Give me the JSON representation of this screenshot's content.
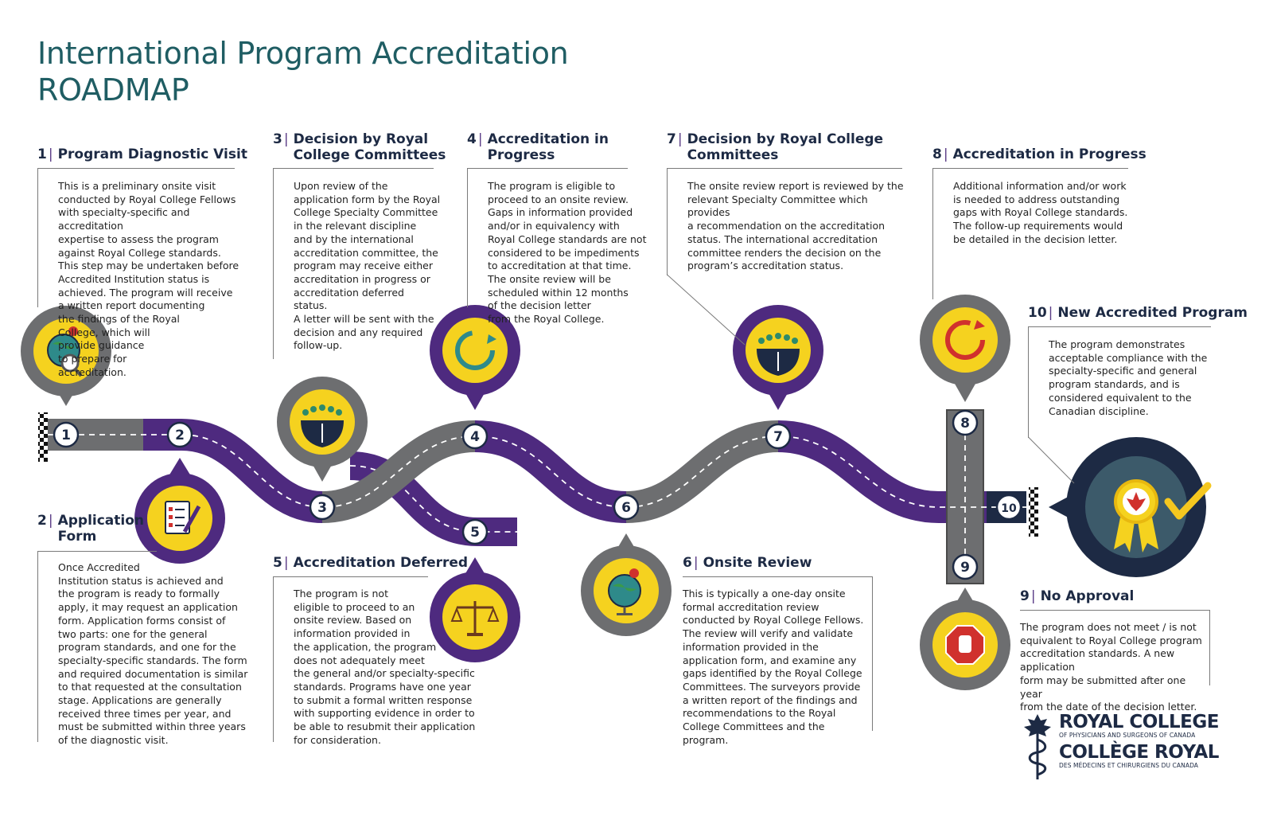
{
  "title": {
    "line1": "International Program Accreditation",
    "line2": "ROADMAP"
  },
  "steps": [
    {
      "num": "1",
      "title": "Program Diagnostic Visit",
      "text": "This is a preliminary onsite visit\nconducted by Royal College Fellows\nwith specialty-specific and accreditation\nexpertise to assess the program\nagainst Royal College standards.\nThis step may be undertaken before\nAccredited Institution status is\nachieved. The program will receive\n        a written report documenting\n            the findings of the Royal\n                College, which will\n                provide guidance\n                  to prepare for\n                  accreditation.",
      "icon": "globe-magnifier-icon"
    },
    {
      "num": "2",
      "title": "Application\nForm",
      "text": "Once Accredited\nInstitution status is achieved and\nthe program is ready to formally\napply, it may request an application\nform. Application forms consist of\ntwo parts: one for the general\nprogram standards, and one for the\nspecialty-specific standards. The form\nand required documentation is similar\nto that requested at the consultation\nstage. Applications are generally\nreceived three times per year, and\nmust be submitted within three years\nof the diagnostic visit.",
      "icon": "checklist-pen-icon"
    },
    {
      "num": "3",
      "title": "Decision by Royal\nCollege Committees",
      "text": "Upon review of the\napplication form by the Royal\nCollege Specialty Committee\nin the relevant discipline\nand by the international\naccreditation committee, the\nprogram may receive either\naccreditation in progress or\naccreditation deferred status.\nA letter will be sent with the\ndecision and any required\nfollow-up.",
      "icon": "committee-icon"
    },
    {
      "num": "4",
      "title": "Accreditation in\nProgress",
      "text": "The program is eligible to\nproceed to an onsite review.\nGaps in information provided\nand/or in equivalency with\nRoyal College standards are not\nconsidered to be impediments\nto accreditation at that time.\nThe onsite review will be\n  scheduled within 12 months\n        of the decision letter\n              from the Royal College.",
      "icon": "cycle-arrows-icon"
    },
    {
      "num": "5",
      "title": "Accreditation Deferred",
      "text": "The program is not\neligible to proceed to an\nonsite review. Based on\ninformation provided in\nthe application, the program\ndoes not adequately meet\nthe general and/or specialty-specific\nstandards. Programs have one year\nto submit a formal written response\nwith supporting evidence in order to\nbe able to resubmit their application\nfor consideration.",
      "icon": "scales-icon"
    },
    {
      "num": "6",
      "title": "Onsite Review",
      "text": "This is typically a one-day onsite\nformal accreditation review\nconducted by Royal College Fellows.\nThe review will verify and validate\ninformation provided in the\napplication form, and examine any\ngaps identified by the Royal College\nCommittees. The surveyors provide\na written report of the findings and\nrecommendations to the Royal\nCollege Committees and the program.",
      "icon": "globe-pin-icon"
    },
    {
      "num": "7",
      "title": "Decision by Royal College\nCommittees",
      "text": "The onsite review report is reviewed by the\nrelevant Specialty Committee which provides\na recommendation on the accreditation\nstatus. The international accreditation\ncommittee renders the decision on the\nprogram’s accreditation status.",
      "icon": "committee-icon"
    },
    {
      "num": "8",
      "title": "Accreditation in Progress",
      "text": "Additional information and/or work\nis needed to address outstanding\ngaps with Royal College standards.\nThe follow-up requirements would\nbe detailed in the decision letter.",
      "icon": "circular-arrow-icon"
    },
    {
      "num": "9",
      "title": "No Approval",
      "text": "The program does not meet / is not\nequivalent to Royal College program\naccreditation standards. A new application\nform may be submitted after one year\nfrom the date of the decision letter.",
      "icon": "stop-hand-icon"
    },
    {
      "num": "10",
      "title": "New Accredited Program",
      "text": "The program demonstrates\nacceptable compliance with the\nspecialty-specific and general\nprogram standards, and is\nconsidered equivalent to the\nCanadian discipline.",
      "icon": "award-ribbon-check-icon"
    }
  ],
  "logo": {
    "line1": "ROYAL COLLEGE",
    "line2": "OF PHYSICIANS AND SURGEONS OF CANADA",
    "line3": "COLLÈGE ROYAL",
    "line4": "DES MÉDECINS ET CHIRURGIENS DU CANADA"
  },
  "colors": {
    "title": "#1f5d63",
    "purple": "#4e2a7f",
    "gray": "#6d6e70",
    "yellow": "#f5d21f",
    "navy": "#1d2a44"
  }
}
